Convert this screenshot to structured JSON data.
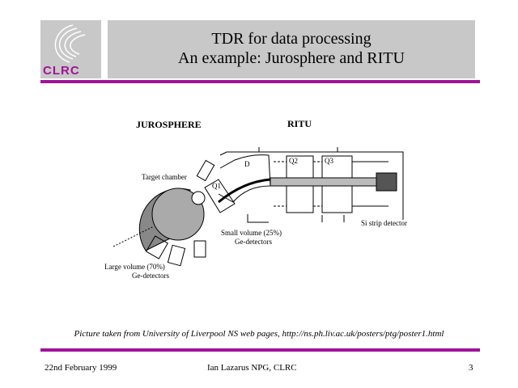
{
  "logo": {
    "text": "CLRC"
  },
  "title": {
    "line1": "TDR for data processing",
    "line2": "An example: Jurosphere and RITU"
  },
  "diagram": {
    "heading_left": "JUROSPHERE",
    "heading_right": "RITU",
    "labels": {
      "target_chamber": "Target chamber",
      "q1": "Q1",
      "d": "D",
      "q2": "Q2",
      "q3": "Q3",
      "si_strip": "Si strip detector",
      "small_volume_1": "Small volume (25%)",
      "small_volume_2": "Ge-detectors",
      "large_volume_1": "Large volume (70%)",
      "large_volume_2": "Ge-detectors"
    }
  },
  "caption": "Picture taken from University of Liverpool NS web pages, http://ns.ph.liv.ac.uk/posters/ptg/poster1.html",
  "footer": {
    "date": "22nd February 1999",
    "author": "Ian Lazarus NPG, CLRC",
    "page": "3"
  },
  "colors": {
    "accent": "#a0139a",
    "panel": "#c8c8c8"
  }
}
